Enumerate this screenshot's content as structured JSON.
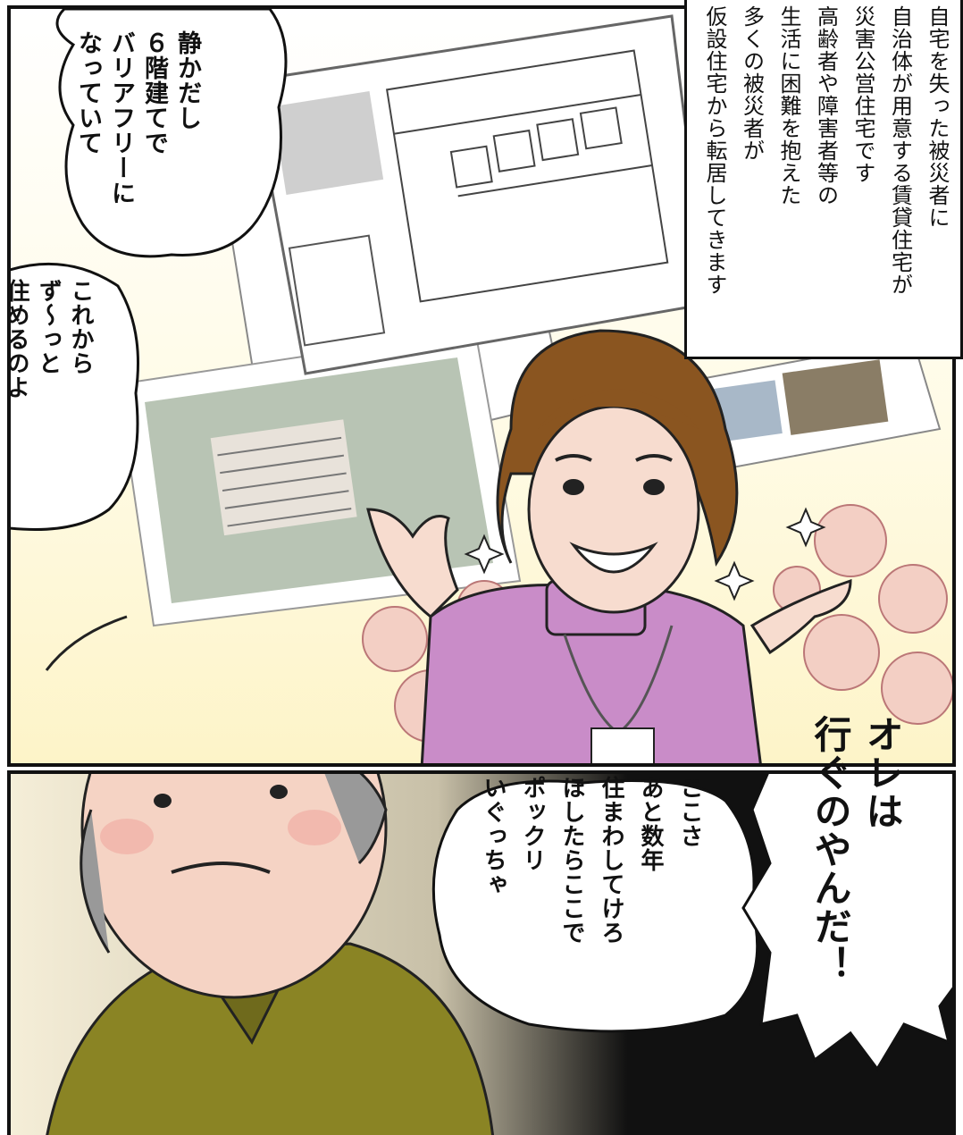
{
  "narration": {
    "lines": "自宅を失った被災者に\n自治体が用意する賃貸住宅が\n災害公営住宅です\n高齢者や障害者等の\n生活に困難を抱えた\n多くの被災者が\n仮設住宅から転居してきます"
  },
  "bubble_staff_1": {
    "text": "静かだし\n６階建てで\nバリアフリーに\nなっていて"
  },
  "bubble_staff_2": {
    "text": "これから\nず～っと\n住めるのよ"
  },
  "bubble_elder_small": {
    "text": "ここさ\nあと数年\n住まわしてけろ\nほしたらここで\nポックリ\nいぐっちゃ"
  },
  "bubble_elder_shout": {
    "text": "オレは\n行ぐのやんだ！"
  },
  "colors": {
    "staff_sweater": "#c98cc8",
    "staff_hair": "#8a5520",
    "elder_shirt": "#8a8424",
    "elder_skin": "#f5d3c4",
    "roses": "#e8a99a",
    "background_glow": "#fdf4c8"
  }
}
